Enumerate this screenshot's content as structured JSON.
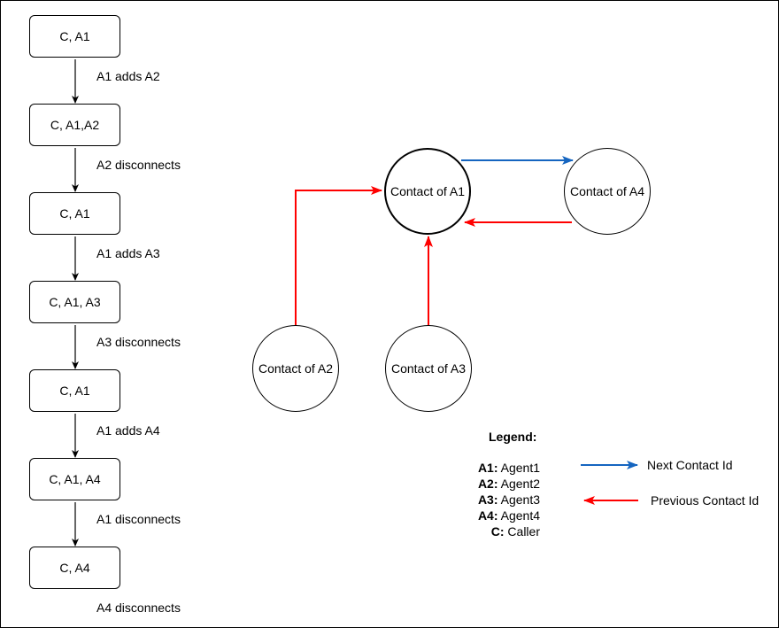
{
  "timeline": {
    "states": [
      "C, A1",
      "C, A1,A2",
      "C, A1",
      "C, A1, A3",
      "C, A1",
      "C, A1, A4",
      "C, A4"
    ],
    "events": [
      "A1 adds A2",
      "A2 disconnects",
      "A1 adds A3",
      "A3 disconnects",
      "A1 adds A4",
      "A1 disconnects",
      "A4 disconnects"
    ]
  },
  "contacts": {
    "a1": "Contact of A1",
    "a2": "Contact of A2",
    "a3": "Contact of A3",
    "a4": "Contact of A4"
  },
  "legend": {
    "title": "Legend:",
    "definitions": [
      {
        "key": "A1:",
        "value": "Agent1"
      },
      {
        "key": "A2:",
        "value": "Agent2"
      },
      {
        "key": "A3:",
        "value": "Agent3"
      },
      {
        "key": "A4:",
        "value": "Agent4"
      },
      {
        "key": "C:",
        "value": "Caller"
      }
    ],
    "next_label": "Next Contact Id",
    "previous_label": "Previous Contact Id"
  },
  "colors": {
    "next": "#1565c0",
    "previous": "#ff0000",
    "flow": "#000000"
  }
}
